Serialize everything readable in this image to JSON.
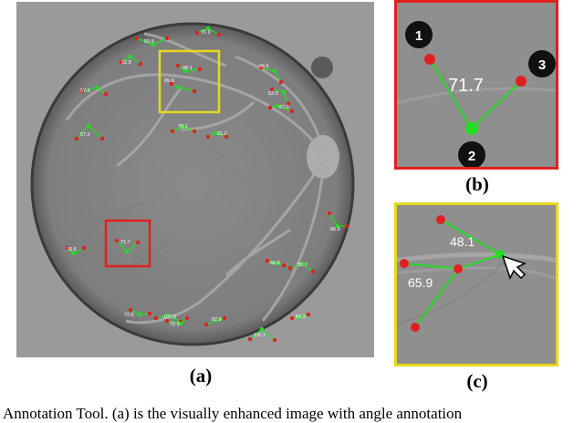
{
  "panel_a": {
    "angles": [
      "50.9",
      "70.9",
      "62.9",
      "48.1",
      "65.9",
      "66.6",
      "57.5",
      "53.0",
      "67.0",
      "57.2",
      "78.1",
      "61.2",
      "71.7",
      "76.6",
      "90.9",
      "66.8",
      "35.7",
      "72.6",
      "107.6",
      "72.9",
      "82.9",
      "84.3",
      "111.7"
    ],
    "label": "(a)"
  },
  "panel_b": {
    "angle": "71.7",
    "badges": [
      "1",
      "2",
      "3"
    ],
    "label": "(b)"
  },
  "panel_c": {
    "angle_top": "48.1",
    "angle_left": "65.9",
    "label": "(c)"
  },
  "caption": "f Annotation Tool. (a) is the visually enhanced image with angle annotation",
  "colors": {
    "marker_red": "#e02020",
    "line_green": "#22dd22",
    "box_red": "#e02020",
    "box_yellow": "#e6d81a"
  }
}
